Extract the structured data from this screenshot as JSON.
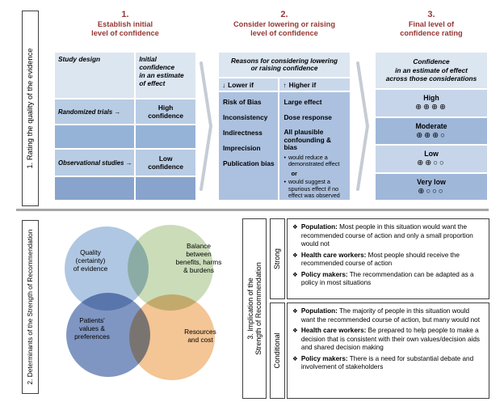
{
  "sections": {
    "rating": {
      "label": "1. Rating the quality of the evidence",
      "step1": {
        "number": "1.",
        "title": "Establish initial\nlevel of confidence",
        "table": {
          "col_headers": [
            "Study design",
            "Initial\nconfidence\nin an estimate\nof effect"
          ],
          "rows": [
            {
              "design": "Randomized trials →",
              "confidence": "High\nconfidence"
            },
            {
              "design": "Observational studies →",
              "confidence": "Low\nconfidence"
            }
          ]
        }
      },
      "step2": {
        "number": "2.",
        "title": "Consider lowering or raising\nlevel of confidence",
        "table": {
          "header": "Reasons for considering lowering\nor raising confidence",
          "lower_arrow": "↓",
          "lower_label": "Lower if",
          "lower_items": [
            "Risk of Bias",
            "Inconsistency",
            "Indirectness",
            "Imprecision",
            "Publication bias"
          ],
          "higher_arrow": "↑",
          "higher_label": "Higher if",
          "higher_items": [
            "Large effect",
            "Dose response",
            "All plausible confounding & bias"
          ],
          "sub_bullet_char": "•",
          "higher_sub_bullets": [
            "would reduce a demonstrated effect",
            "would suggest a spurious effect if no effect was observed"
          ],
          "or_label": "or"
        }
      },
      "step3": {
        "number": "3.",
        "title": "Final level of\nconfidence rating",
        "table": {
          "header": "Confidence\nin an estimate of effect\nacross those considerations",
          "rows": [
            {
              "label": "High",
              "symbols": "⊕⊕⊕⊕"
            },
            {
              "label": "Moderate",
              "symbols": "⊕⊕⊕○"
            },
            {
              "label": "Low",
              "symbols": "⊕⊕○○"
            },
            {
              "label": "Very low",
              "symbols": "⊕○○○"
            }
          ]
        }
      }
    },
    "determinants": {
      "label": "2. Determinants of the Strength of Recommendation",
      "circles": [
        {
          "id": "quality",
          "label": "Quality\n(certainty)\nof evidence",
          "color": "#AFC7E2"
        },
        {
          "id": "balance",
          "label": "Balance\nbetween\nbenefits, harms\n& burdens",
          "color": "#CBDCB9"
        },
        {
          "id": "values",
          "label": "Patients'\nvalues &\npreferences",
          "color": "#8096C2"
        },
        {
          "id": "resources",
          "label": "Resources\nand cost",
          "color": "#F4C595"
        }
      ]
    },
    "implications": {
      "label": "3. Implication of the\nStrength of Recommendation",
      "bullet_char": "❖",
      "strong": {
        "label": "Strong",
        "bullets": [
          {
            "lead": "Population:",
            "text": "Most people in this situation would want the recommended course of action and only a small proportion would not"
          },
          {
            "lead": "Health care workers:",
            "text": "Most people should receive the recommended course of action"
          },
          {
            "lead": "Policy makers:",
            "text": "The recommendation can be adapted as a policy in most situations"
          }
        ]
      },
      "conditional": {
        "label": "Conditional",
        "bullets": [
          {
            "lead": "Population:",
            "text": "The majority of people in this situation would want the recommended course of action, but many would not"
          },
          {
            "lead": "Health care workers:",
            "text": "Be prepared to help people to make a decision that is consistent with their own values/decision aids and shared decision making"
          },
          {
            "lead": "Policy makers:",
            "text": "There is a need for substantial debate and involvement of stakeholders"
          }
        ]
      }
    },
    "palette": {
      "heading_red": "#953734",
      "table_pale": "#DCE6F1",
      "table_medium": "#B8CCE4",
      "table_dark": "#95B3D7",
      "divider_gray": "#A6A6A6"
    }
  }
}
